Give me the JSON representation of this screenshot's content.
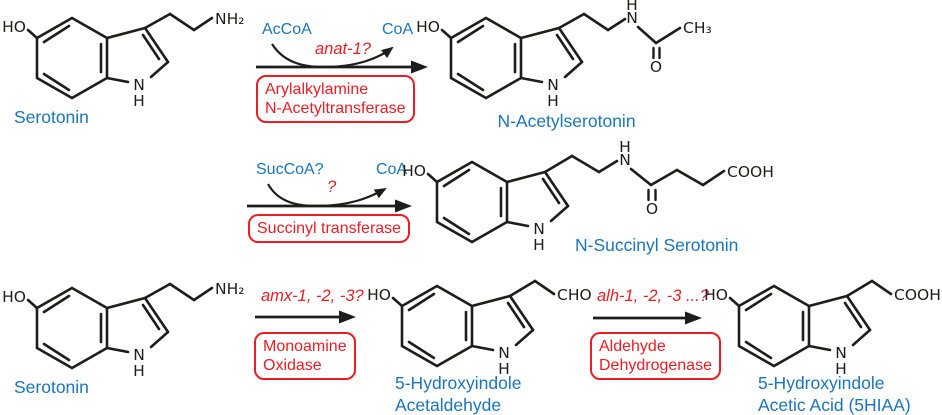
{
  "colors": {
    "blue": "#1b75bc",
    "red": "#ed1c24",
    "black": "#1d1d1b"
  },
  "atoms": {
    "ho": "HO",
    "nh2": "NH₂",
    "n": "N",
    "h": "H",
    "o": "O",
    "ch3": "CH₃",
    "cooh": "COOH",
    "cho": "CHO"
  },
  "molecules": {
    "serotonin_row1": "Serotonin",
    "n_acetylserotonin": "N-Acetylserotonin",
    "n_succinyl_serotonin": "N-Succinyl Serotonin",
    "serotonin_row3": "Serotonin",
    "hiald_line1": "5-Hydroxyindole",
    "hiald_line2": "Acetaldehyde",
    "hiaa_line1": "5-Hydroxyindole",
    "hiaa_line2": "Acetic Acid (5HIAA)"
  },
  "reactions": {
    "r1": {
      "cofactor_in": "AcCoA",
      "cofactor_out": "CoA",
      "gene": "anat-1?",
      "enzyme_line1": "Arylalkylamine",
      "enzyme_line2": "N-Acetyltransferase"
    },
    "r2": {
      "cofactor_in": "SucCoA?",
      "cofactor_out": "CoA",
      "gene": "?",
      "enzyme_line1": "Succinyl transferase"
    },
    "r3": {
      "gene": "amx-1, -2, -3?",
      "enzyme_line1": "Monoamine",
      "enzyme_line2": "Oxidase"
    },
    "r4": {
      "gene": "alh-1, -2, -3 ...?",
      "enzyme_line1": "Aldehyde",
      "enzyme_line2": "Dehydrogenase"
    }
  }
}
